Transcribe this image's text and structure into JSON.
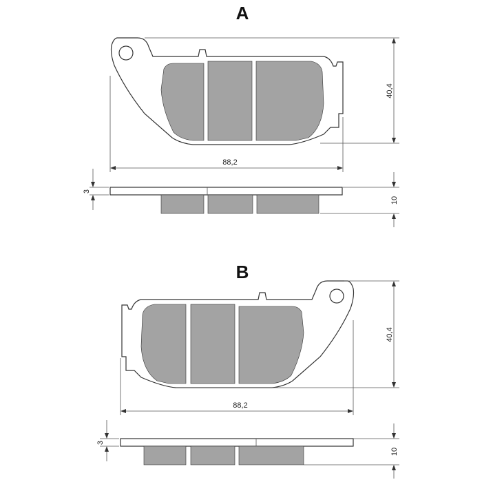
{
  "colors": {
    "friction_material": "#a3a3a3",
    "outline": "#333333",
    "background": "#ffffff"
  },
  "pad_a": {
    "label": "A",
    "width": "88,2",
    "height": "40,4",
    "plate_thickness": "3",
    "total_thickness": "10"
  },
  "pad_b": {
    "label": "B",
    "width": "88,2",
    "height": "40,4",
    "plate_thickness": "3",
    "total_thickness": "10"
  }
}
